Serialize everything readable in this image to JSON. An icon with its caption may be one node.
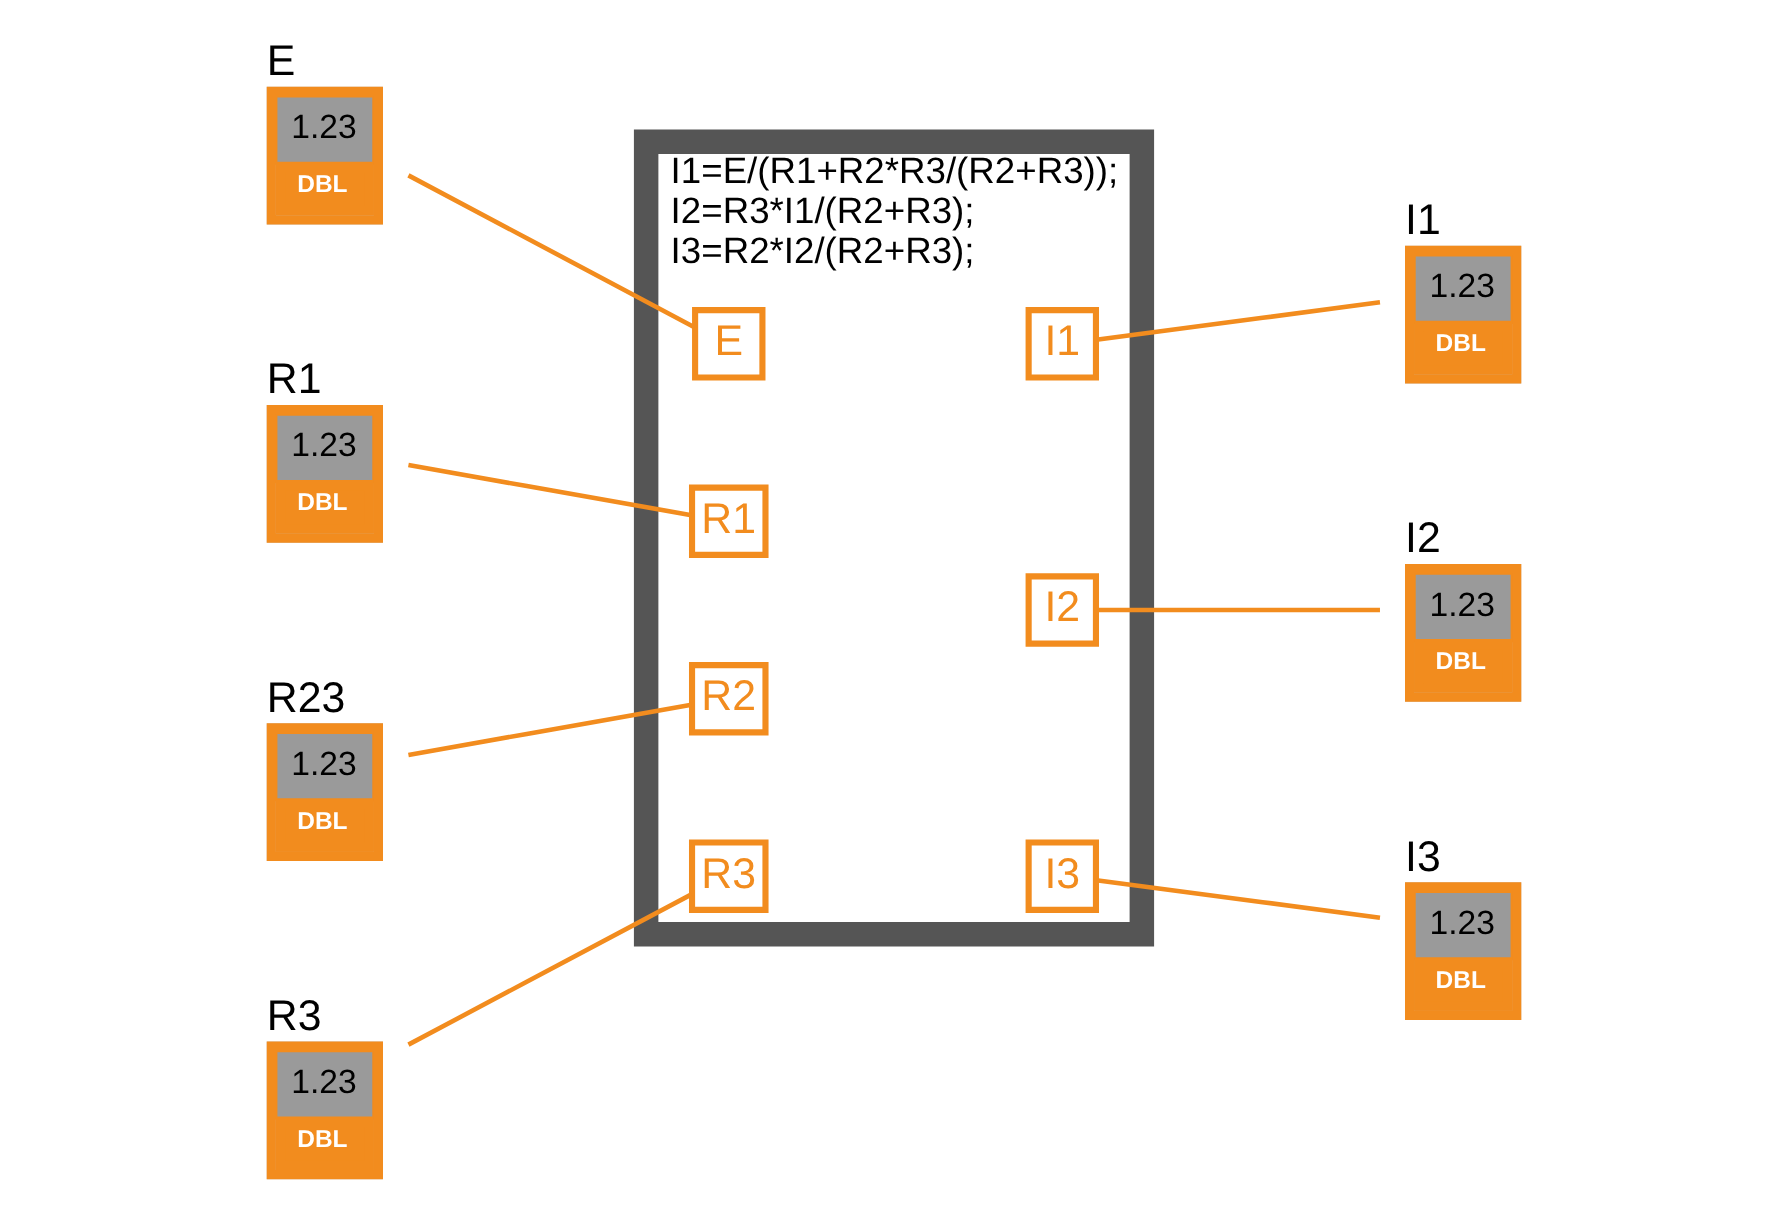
{
  "diagram": {
    "nodes": [
      {
        "text": [
          "E",
          "1.23",
          "DBL"
        ]
      },
      {
        "text": [
          "R1",
          "1.23",
          "DBL"
        ]
      },
      {
        "text": [
          "R23",
          "1.23",
          "DBL"
        ]
      },
      {
        "text": [
          "R3",
          "1.23",
          "DBL"
        ]
      },
      {
        "text": [
          "I1=E/(R1+R2*R3/(R2+R3));",
          "I2=R3*I1/(R2+R3);",
          "I3=R2*I2/(R2+R3);"
        ]
      },
      {
        "text": [
          "E"
        ],
        "in": 4
      },
      {
        "text": [
          "R1"
        ],
        "in": 4
      },
      {
        "text": [
          "R2"
        ],
        "in": 4
      },
      {
        "text": [
          "R3"
        ],
        "in": 4
      },
      {
        "text": [
          "I1"
        ],
        "in": 4
      },
      {
        "text": [
          "I2"
        ],
        "in": 4
      },
      {
        "text": [
          "I3"
        ],
        "in": 4
      },
      {
        "text": [
          "I1",
          "1.23",
          "DBL"
        ]
      },
      {
        "text": [
          "I2",
          "1.23",
          "DBL"
        ]
      },
      {
        "text": [
          "I3",
          "1.23",
          "DBL"
        ]
      }
    ],
    "edges": [
      {
        "from": 0,
        "to": 5,
        "arrow": "none"
      },
      {
        "from": 1,
        "to": 6,
        "arrow": "none"
      },
      {
        "from": 2,
        "to": 7,
        "arrow": "none"
      },
      {
        "from": 3,
        "to": 8,
        "arrow": "none"
      },
      {
        "from": 9,
        "to": 12,
        "arrow": "none"
      },
      {
        "from": 10,
        "to": 13,
        "arrow": "none"
      },
      {
        "from": 11,
        "to": 14,
        "arrow": "none"
      }
    ]
  }
}
